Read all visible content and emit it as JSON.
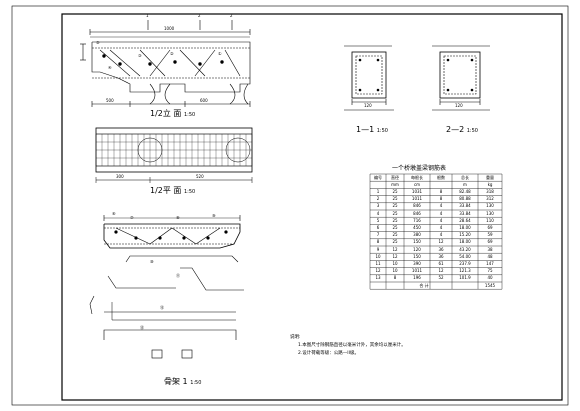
{
  "drawing": {
    "view_half_elevation": {
      "title": "1/2立 面",
      "scale": "1:50"
    },
    "view_half_plan": {
      "title": "1/2平 面",
      "scale": "1:50"
    },
    "section_1": {
      "title": "1—1",
      "scale": "1:50"
    },
    "section_2": {
      "title": "2—2",
      "scale": "1:50"
    },
    "rebar_detail": {
      "title": "骨架 1",
      "scale": "1:50"
    },
    "section_marks": {
      "left": "1",
      "right": "1",
      "mid": "2",
      "mid2": "2"
    },
    "rebar_labels": [
      "⑤",
      "④",
      "③",
      "②",
      "①",
      "⑥",
      "⑦",
      "⑧",
      "⑨",
      "⑩",
      "⑪",
      "⑫",
      "⑬"
    ],
    "dims": {
      "top_total": "1000",
      "left": "500",
      "mid": "600",
      "plan_a": "300",
      "plan_b": "520",
      "sec1_w": "120",
      "sec2_w": "120"
    }
  },
  "schedule": {
    "title": "一个桥墩盖梁钢筋表",
    "headers": [
      "编号",
      "直径",
      "每根长",
      "根数",
      "总长",
      "重量"
    ],
    "units": [
      "",
      "mm",
      "cm",
      "",
      "m",
      "kg"
    ],
    "rows": [
      [
        "1",
        "25",
        "1031",
        "8",
        "82.48",
        "318"
      ],
      [
        "2",
        "25",
        "1011",
        "8",
        "80.88",
        "312"
      ],
      [
        "3",
        "25",
        "846",
        "4",
        "33.84",
        "130"
      ],
      [
        "4",
        "25",
        "846",
        "4",
        "33.84",
        "130"
      ],
      [
        "5",
        "25",
        "716",
        "4",
        "28.64",
        "110"
      ],
      [
        "6",
        "25",
        "450",
        "4",
        "18.00",
        "69"
      ],
      [
        "7",
        "25",
        "380",
        "4",
        "15.20",
        "59"
      ],
      [
        "8",
        "25",
        "150",
        "12",
        "18.00",
        "69"
      ],
      [
        "9",
        "12",
        "120",
        "36",
        "43.20",
        "38"
      ],
      [
        "10",
        "12",
        "150",
        "36",
        "54.00",
        "48"
      ],
      [
        "11",
        "10",
        "390",
        "61",
        "237.9",
        "147"
      ],
      [
        "12",
        "10",
        "1011",
        "12",
        "121.3",
        "75"
      ],
      [
        "13",
        "8",
        "196",
        "52",
        "101.9",
        "40"
      ]
    ],
    "total_label": "合 计",
    "total_value": "1545"
  },
  "notes": {
    "heading": "说明:",
    "items": [
      "1.本图尺寸除钢筋直径以毫米计外，其余均以厘米计。",
      "2.设计荷载等级：公路—II级。"
    ]
  },
  "colors": {
    "ink": "#000000",
    "hatch": "#333333"
  }
}
